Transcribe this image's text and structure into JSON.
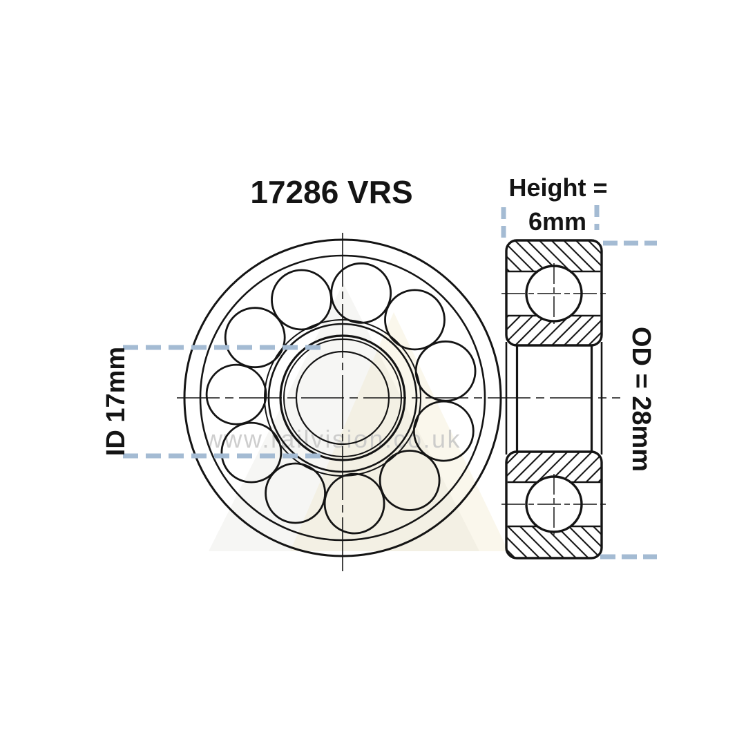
{
  "title": "17286 VRS",
  "watermark": {
    "text": "www.railvision.co.uk"
  },
  "labels": {
    "height_line1": "Height =",
    "height_line2": "6mm",
    "outer_diameter": "OD = 28mm",
    "inner_diameter": "ID 17mm"
  },
  "bearing": {
    "ball_count": 11
  },
  "colors": {
    "line": "#141414",
    "dimension_dash": "#a4bbd3",
    "watermark": "#c6c6c6",
    "background": "#ffffff"
  }
}
